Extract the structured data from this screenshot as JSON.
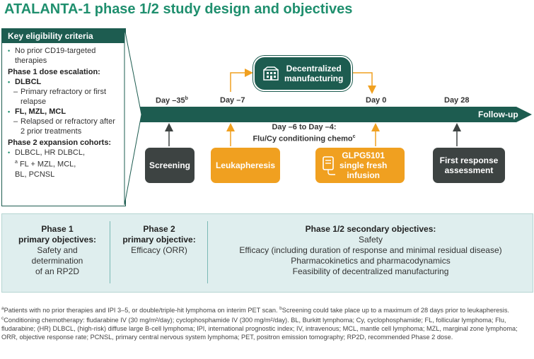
{
  "title": "ATALANTA-1 phase 1/2 study design and objectives",
  "eligibility": {
    "heading": "Key eligibility criteria",
    "no_prior": "No prior CD19-targeted therapies",
    "phase1_heading": "Phase 1 dose escalation:",
    "dlbcl": "DLBCL",
    "dlbcl_detail": "Primary refractory or first relapse",
    "fl_group": "FL, MZL, MCL",
    "fl_detail": "Relapsed or refractory after 2 prior treatments",
    "phase2_heading": "Phase 2 expansion cohorts:",
    "phase2_line1": "DLBCL, HR DLBCL,",
    "phase2_sup": "a",
    "phase2_line2": " FL + MZL, MCL,",
    "phase2_line3": "BL, PCNSL"
  },
  "timeline": {
    "day_minus35": "Day –35",
    "day_minus35_sup": "b",
    "day_minus7": "Day –7",
    "day_0": "Day 0",
    "day_28": "Day 28",
    "follow_up": "Follow-up",
    "conditioning_line1": "Day –6 to Day –4:",
    "conditioning_line2": "Flu/Cy conditioning chemo",
    "conditioning_sup": "c"
  },
  "steps": {
    "screening": "Screening",
    "leukapheresis": "Leukapheresis",
    "infusion_line1": "GLPG5101",
    "infusion_line2": "single fresh",
    "infusion_line3": "infusion",
    "first_response_line1": "First response",
    "first_response_line2": "assessment",
    "manufacturing_line1": "Decentralized",
    "manufacturing_line2": "manufacturing"
  },
  "objectives": {
    "phase1_h1": "Phase 1",
    "phase1_h2": "primary objectives:",
    "phase1_t1": "Safety and",
    "phase1_t2": "determination",
    "phase1_t3": "of an RP2D",
    "phase2_h1": "Phase 2",
    "phase2_h2": "primary objective:",
    "phase2_t1": "Efficacy (ORR)",
    "secondary_h": "Phase 1/2 secondary objectives:",
    "secondary_items": [
      "Safety",
      "Efficacy (including duration of response and minimal residual disease)",
      "Pharmacokinetics and pharmacodynamics",
      "Feasibility of decentralized manufacturing"
    ]
  },
  "footnote": {
    "sup_a": "a",
    "text_a": "Patients with no prior therapies and IPI 3–5, or double/triple-hit lymphoma on interim PET scan. ",
    "sup_b": "b",
    "text_b": "Screening could take place up to a maximum of 28 days prior to leukapheresis. ",
    "sup_c": "c",
    "text_c": "Conditioning chemotherapy: fludarabine IV (30 mg/m²/day); cyclophosphamide IV (300 mg/m²/day). BL, Burkitt lymphoma; Cy, cyclophosphamide; FL, follicular lymphoma; Flu, fludarabine; (HR) DLBCL, (high-risk) diffuse large B-cell lymphoma; IPI, international prognostic index; IV, intravenous; MCL, mantle cell lymphoma; MZL, marginal zone lymphoma; ORR, objective response rate; PCNSL, primary central nervous system lymphoma; PET, positron emission tomography; RP2D, recommended Phase 2 dose."
  },
  "colors": {
    "teal_dark": "#1d5c50",
    "teal_title": "#1f8f6e",
    "orange": "#f0a020",
    "dark_box": "#3d4342",
    "objectives_bg": "#dfeeee"
  }
}
